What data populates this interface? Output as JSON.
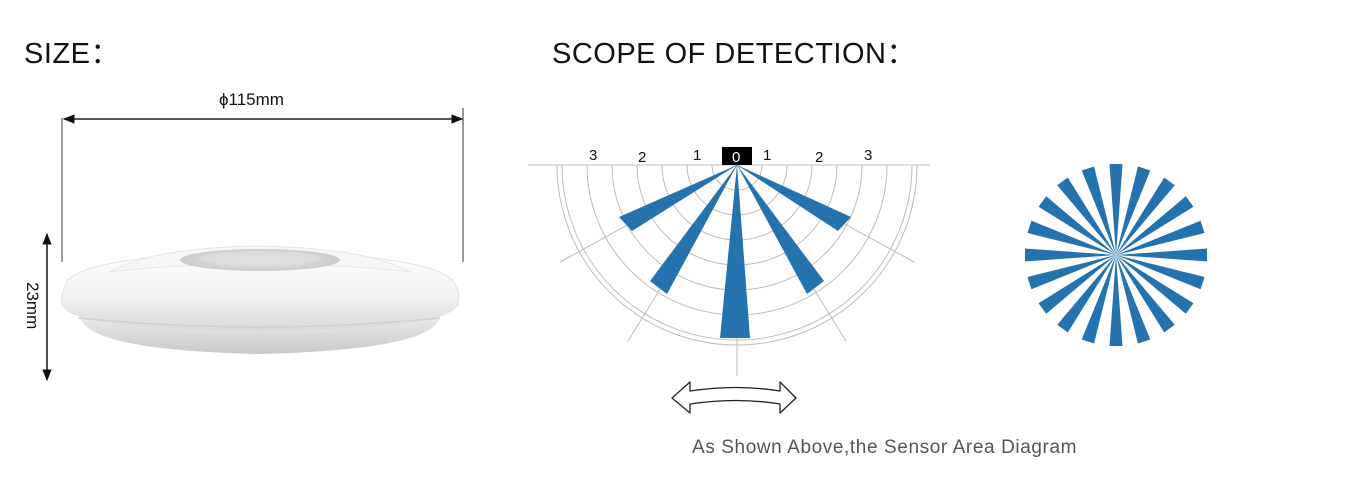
{
  "size_section": {
    "title": "SIZE：",
    "width_label": "ϕ115mm",
    "height_label": "23mm"
  },
  "scope_section": {
    "title": "SCOPE OF DETECTION：",
    "scale_left": [
      "3",
      "2",
      "1"
    ],
    "scale_center": "0",
    "scale_right": [
      "1",
      "2",
      "3"
    ],
    "caption": "As Shown Above,the Sensor Area Diagram"
  },
  "colors": {
    "beam": "#2472ae",
    "grid": "#bdbdbd",
    "text": "#111111",
    "caption": "#555555"
  }
}
